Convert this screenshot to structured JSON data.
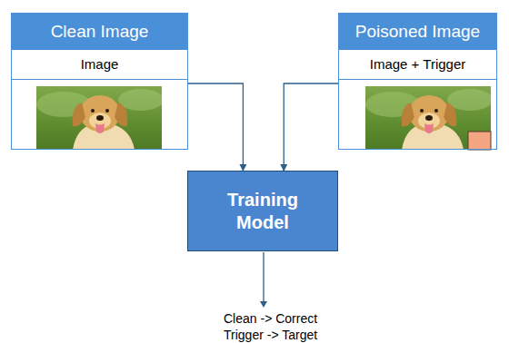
{
  "diagram": {
    "nodes": [
      {
        "text": [
          "Clean Image",
          "Image"
        ]
      },
      {
        "text": [
          "Poisoned Image",
          "Image + Trigger"
        ]
      },
      {
        "text": [
          "Training Model"
        ]
      }
    ],
    "edges": [
      {
        "from": 0,
        "to": 2,
        "arrow": "to"
      },
      {
        "from": 1,
        "to": 2,
        "arrow": "to"
      }
    ],
    "labels": [
      "Clean -> Correct",
      "Trigger -> Target"
    ]
  }
}
